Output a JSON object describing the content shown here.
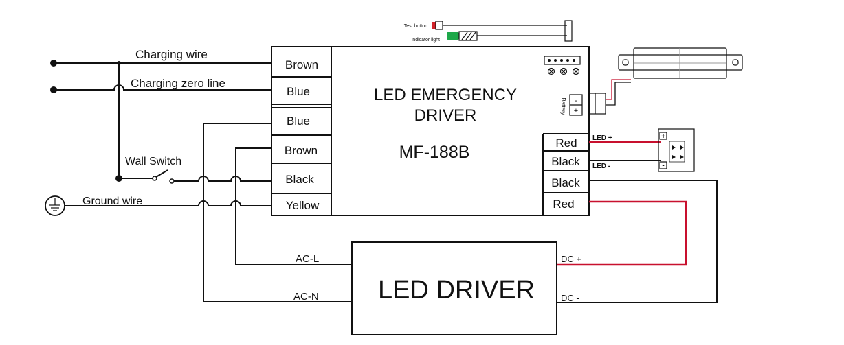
{
  "accessories": {
    "test_button": "Test button",
    "indicator_light": "Indicator light"
  },
  "input_wires": {
    "charging_wire": "Charging wire",
    "charging_zero_line": "Charging zero line",
    "wall_switch": "Wall Switch",
    "ground_wire": "Ground wire"
  },
  "emergency_driver": {
    "title_line1": "LED EMERGENCY",
    "title_line2": "DRIVER",
    "model": "MF-188B",
    "battery_label": "Battery",
    "battery_minus": "-",
    "battery_plus": "+",
    "left_terminals": [
      "Brown",
      "Blue",
      "Blue",
      "Brown",
      "Black",
      "Yellow"
    ],
    "right_terminals": [
      "Red",
      "Black",
      "Black",
      "Red"
    ]
  },
  "indicator": {
    "led_plus": "LED +",
    "led_minus": "LED -",
    "plus_sign": "+",
    "minus_sign": "-"
  },
  "led_driver": {
    "title": "LED DRIVER",
    "ac_l": "AC-L",
    "ac_n": "AC-N",
    "dc_plus": "DC +",
    "dc_minus": "DC -"
  },
  "colors": {
    "line": "#111111",
    "red_wire": "#c8102e",
    "indicator_green": "#1ea84a",
    "indicator_red": "#d2232a"
  }
}
